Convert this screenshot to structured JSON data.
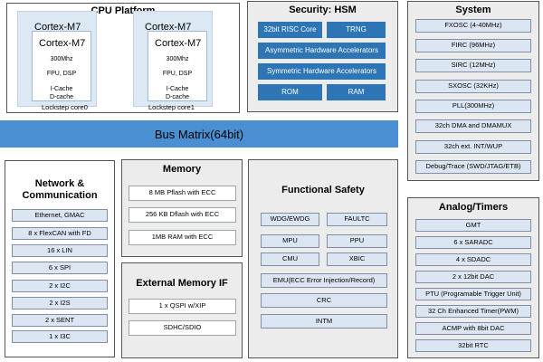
{
  "cpu": {
    "title": "CPU Platform",
    "cores": [
      {
        "back_label": "Cortex-M7",
        "front_label": "Cortex-M7",
        "freq": "300Mhz",
        "fpu": "FPU, DSP",
        "icache": "I-Cache",
        "dcache": "D-cache",
        "lockstep": "Lockstep core0"
      },
      {
        "back_label": "Cortex-M7",
        "front_label": "Cortex-M7",
        "freq": "300Mhz",
        "fpu": "FPU, DSP",
        "icache": "I-Cache",
        "dcache": "D-cache",
        "lockstep": "Lockstep core1"
      }
    ]
  },
  "hsm": {
    "title": "Security: HSM",
    "risc": "32bit RISC Core",
    "trng": "TRNG",
    "asym": "Asymmetric Hardware Accelerators",
    "sym": "Symmetric Hardware Accelerators",
    "rom": "ROM",
    "ram": "RAM"
  },
  "system": {
    "title": "System",
    "items": [
      "FXOSC (4-40MHz)",
      "FIRC (96MHz)",
      "SIRC (12MHz)",
      "SXOSC (32KHz)",
      "PLL(300MHz)",
      "32ch DMA and DMAMUX",
      "32ch ext. INT/WUP",
      "Debug/Trace (SWD/JTAG/ETB)"
    ]
  },
  "bus": {
    "label": "Bus Matrix(64bit)"
  },
  "network": {
    "title_line1": "Network &",
    "title_line2": "Communication",
    "items": [
      "Ethernet, GMAC",
      "8 x FlexCAN with FD",
      "16 x LIN",
      "6 x SPI",
      "2 x I2C",
      "2 x I2S",
      "2 x SENT",
      "1 x I3C"
    ]
  },
  "memory": {
    "title": "Memory",
    "items": [
      "8 MB Pflash with ECC",
      "256 KB Dflash with ECC",
      "1MB RAM with ECC"
    ]
  },
  "ext_mem": {
    "title": "External Memory IF",
    "items": [
      "1 x QSPI w/XIP",
      "SDHC/SDIO"
    ]
  },
  "safety": {
    "title": "Functional Safety",
    "wdg": "WDG/EWDG",
    "faultc": "FAULTC",
    "mpu": "MPU",
    "ppu": "PPU",
    "cmu": "CMU",
    "xbic": "XBIC",
    "emu": "EMU(ECC Error Injection/Record)",
    "crc": "CRC",
    "intm": "INTM"
  },
  "analog": {
    "title": "Analog/Timers",
    "items": [
      "GMT",
      "6 x SARADC",
      "4 x SDADC",
      "2 x 12bit DAC",
      "PTU (Programable Trigger Unit)",
      "32 Ch Enhanced Timer(PWM)",
      "ACMP with 8bit DAC",
      "32bit RTC"
    ]
  }
}
